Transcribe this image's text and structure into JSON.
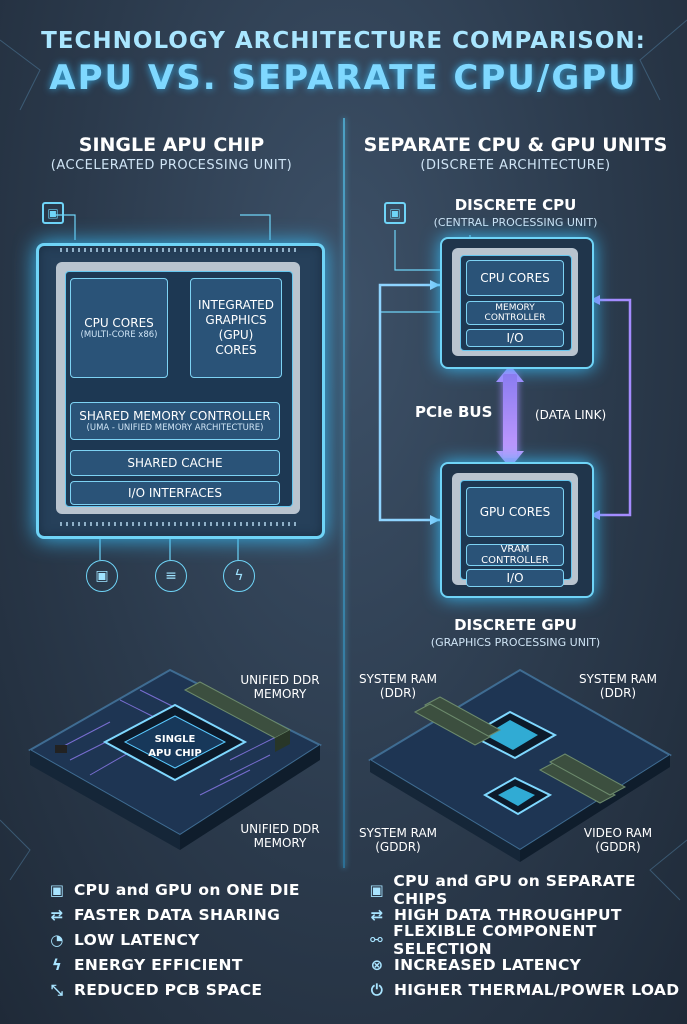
{
  "header": {
    "title_line1": "TECHNOLOGY ARCHITECTURE COMPARISON:",
    "title_line2": "APU VS. SEPARATE CPU/GPU"
  },
  "left": {
    "heading": "SINGLE APU CHIP",
    "subheading": "(ACCELERATED PROCESSING UNIT)",
    "chip": {
      "cpu_cores": "CPU CORES",
      "cpu_cores_sub": "(MULTI-CORE x86)",
      "gpu_cores_l1": "INTEGRATED",
      "gpu_cores_l2": "GRAPHICS",
      "gpu_cores_l3": "(GPU)",
      "gpu_cores_l4": "CORES",
      "memory_controller": "SHARED MEMORY CONTROLLER",
      "memory_controller_sub": "(UMA - UNIFIED MEMORY ARCHITECTURE)",
      "cache": "SHARED CACHE",
      "io": "I/O INTERFACES"
    },
    "board": {
      "chip_label_l1": "SINGLE",
      "chip_label_l2": "APU CHIP",
      "memory_top_l1": "UNIFIED DDR",
      "memory_top_l2": "MEMORY",
      "memory_bottom_l1": "UNIFIED DDR",
      "memory_bottom_l2": "MEMORY"
    },
    "features": [
      {
        "icon": "chip-icon",
        "glyph": "▣",
        "text": "CPU and GPU on ONE DIE"
      },
      {
        "icon": "exchange-icon",
        "glyph": "⇄",
        "text": "FASTER DATA SHARING"
      },
      {
        "icon": "gauge-icon",
        "glyph": "◔",
        "text": "LOW LATENCY"
      },
      {
        "icon": "bolt-icon",
        "glyph": "ϟ",
        "text": "ENERGY EFFICIENT"
      },
      {
        "icon": "shrink-icon",
        "glyph": "⤡",
        "text": "REDUCED PCB SPACE"
      }
    ]
  },
  "right": {
    "heading": "SEPARATE CPU & GPU UNITS",
    "subheading": "(DISCRETE ARCHITECTURE)",
    "cpu": {
      "title": "DISCRETE CPU",
      "subtitle": "(CENTRAL PROCESSING UNIT)",
      "cores": "CPU CORES",
      "memory_controller": "MEMORY CONTROLLER",
      "io": "I/O"
    },
    "bus": {
      "label": "PCIe BUS",
      "sub": "(DATA LINK)"
    },
    "gpu": {
      "cores": "GPU CORES",
      "vram_controller": "VRAM CONTROLLER",
      "io": "I/O",
      "title": "DISCRETE GPU",
      "subtitle": "(GRAPHICS PROCESSING UNIT)"
    },
    "board": {
      "ram_tl_l1": "SYSTEM RAM",
      "ram_tl_l2": "(DDR)",
      "ram_tr_l1": "SYSTEM RAM",
      "ram_tr_l2": "(DDR)",
      "ram_bl_l1": "SYSTEM RAM",
      "ram_bl_l2": "(GDDR)",
      "ram_br_l1": "VIDEO RAM",
      "ram_br_l2": "(GDDR)"
    },
    "features": [
      {
        "icon": "chip-icon",
        "glyph": "▣",
        "text": "CPU and GPU on SEPARATE CHIPS"
      },
      {
        "icon": "exchange-icon",
        "glyph": "⇄",
        "text": "HIGH DATA THROUGHPUT"
      },
      {
        "icon": "component-icon",
        "glyph": "⚯",
        "text": "FLEXIBLE COMPONENT SELECTION"
      },
      {
        "icon": "x-circle-icon",
        "glyph": "⊗",
        "text": "INCREASED LATENCY"
      },
      {
        "icon": "power-icon",
        "glyph": "⏻",
        "text": "HIGHER THERMAL/POWER LOAD"
      }
    ]
  },
  "colors": {
    "accent": "#6fd4f7",
    "bus": "#a58cff",
    "background": "#2b3a4c"
  }
}
